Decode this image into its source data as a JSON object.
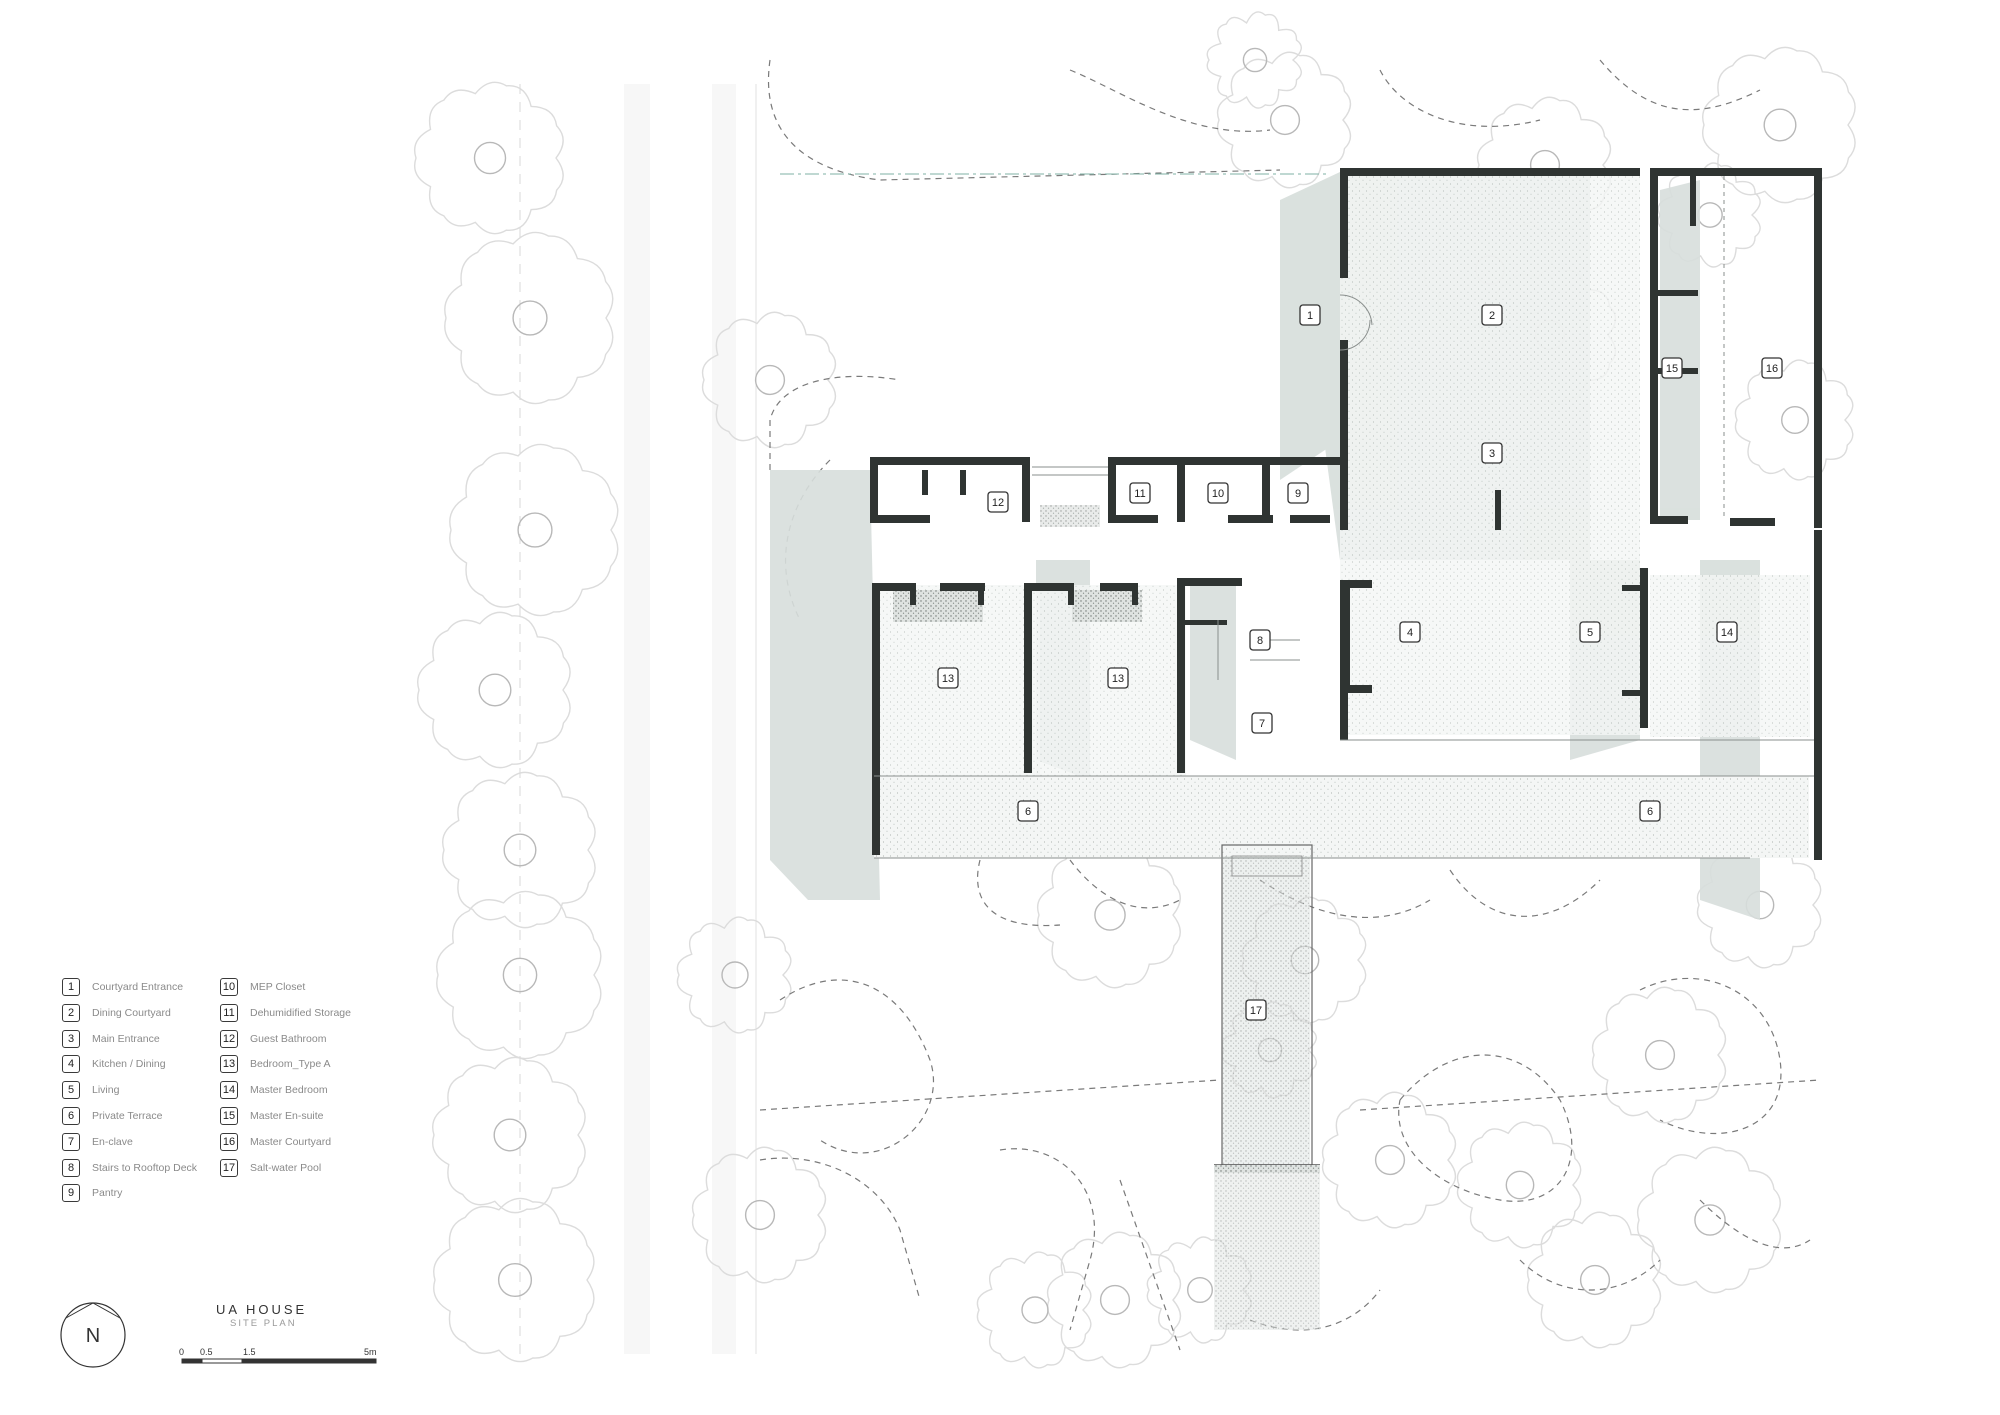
{
  "title": "UA HOUSE",
  "subtitle": "SITE PLAN",
  "north_label": "N",
  "scale_labels": [
    "0",
    "0.5",
    "1.5",
    "5m"
  ],
  "room_tags": [
    {
      "num": "1"
    },
    {
      "num": "2"
    },
    {
      "num": "3"
    },
    {
      "num": "4"
    },
    {
      "num": "5"
    },
    {
      "num": "6"
    },
    {
      "num": "6"
    },
    {
      "num": "7"
    },
    {
      "num": "8"
    },
    {
      "num": "9"
    },
    {
      "num": "10"
    },
    {
      "num": "11"
    },
    {
      "num": "12"
    },
    {
      "num": "13"
    },
    {
      "num": "13"
    },
    {
      "num": "14"
    },
    {
      "num": "15"
    },
    {
      "num": "16"
    },
    {
      "num": "17"
    }
  ],
  "legend": [
    {
      "num": "1",
      "label": "Courtyard Entrance"
    },
    {
      "num": "2",
      "label": "Dining Courtyard"
    },
    {
      "num": "3",
      "label": "Main Entrance"
    },
    {
      "num": "4",
      "label": "Kitchen / Dining"
    },
    {
      "num": "5",
      "label": "Living"
    },
    {
      "num": "6",
      "label": "Private Terrace"
    },
    {
      "num": "7",
      "label": "En-clave"
    },
    {
      "num": "8",
      "label": "Stairs to Rooftop Deck"
    },
    {
      "num": "9",
      "label": "Pantry"
    },
    {
      "num": "10",
      "label": "MEP Closet"
    },
    {
      "num": "11",
      "label": "Dehumidified Storage"
    },
    {
      "num": "12",
      "label": "Guest Bathroom"
    },
    {
      "num": "13",
      "label": "Bedroom_Type A"
    },
    {
      "num": "14",
      "label": "Master Bedroom"
    },
    {
      "num": "15",
      "label": "Master En-suite"
    },
    {
      "num": "16",
      "label": "Master Courtyard"
    },
    {
      "num": "17",
      "label": "Salt-water Pool"
    }
  ]
}
